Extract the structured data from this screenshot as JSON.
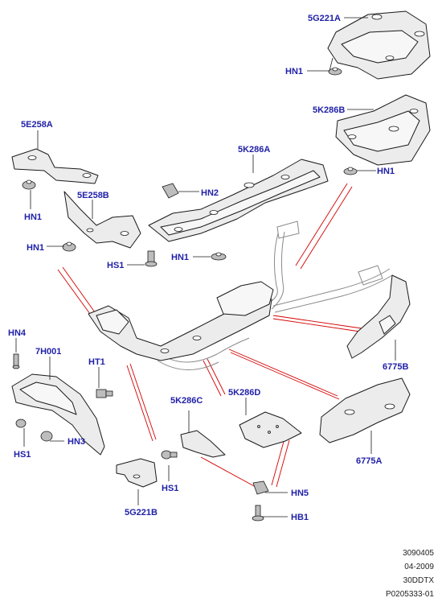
{
  "labels": {
    "5G221A": "5G221A",
    "HN1_top": "HN1",
    "5K286B": "5K286B",
    "HN1_right": "HN1",
    "5E258A": "5E258A",
    "HN1_left": "HN1",
    "5E258B": "5E258B",
    "HN1_mid": "HN1",
    "HS1_mid": "HS1",
    "HN2": "HN2",
    "5K286A": "5K286A",
    "HN1_center": "HN1",
    "HN4": "HN4",
    "7H001": "7H001",
    "HT1": "HT1",
    "HN3": "HN3",
    "HS1_left": "HS1",
    "5K286C": "5K286C",
    "5K286D": "5K286D",
    "6775B": "6775B",
    "6775A": "6775A",
    "HN5": "HN5",
    "HB1": "HB1",
    "HS1_bottom": "HS1",
    "5G221B": "5G221B"
  },
  "footer": {
    "line1": "3090405",
    "line2": "04-2009",
    "line3": "30DDTX",
    "line4": "P0205333-01"
  },
  "colors": {
    "label": "#1f1fa8",
    "callout_red": "#d40000"
  }
}
